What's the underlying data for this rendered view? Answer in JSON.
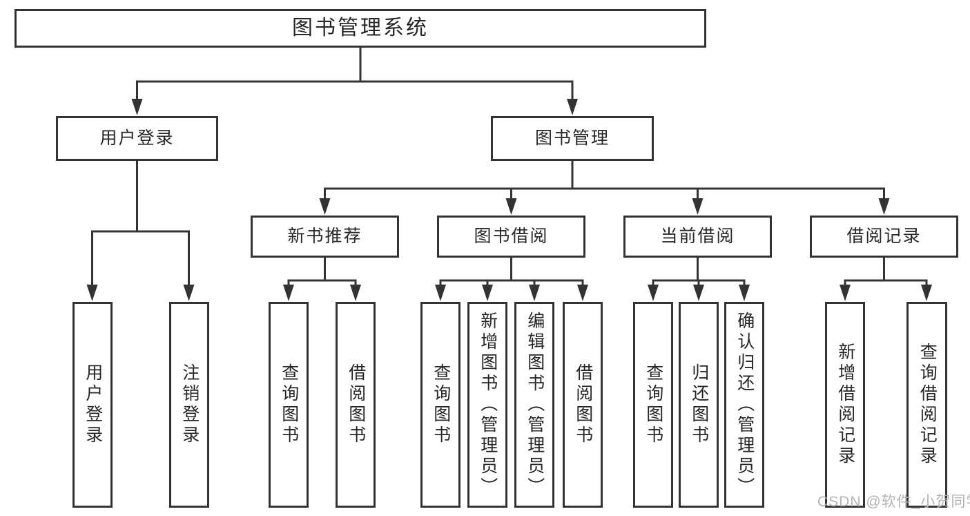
{
  "diagram": {
    "type": "hierarchy-tree",
    "root": {
      "label": "图书管理系统"
    },
    "branches": [
      {
        "label": "用户登录",
        "children": [
          {
            "label": "用户登录"
          },
          {
            "label": "注销登录"
          }
        ]
      },
      {
        "label": "图书管理",
        "children": [
          {
            "label": "新书推荐",
            "children": [
              {
                "label": "查询图书"
              },
              {
                "label": "借阅图书"
              }
            ]
          },
          {
            "label": "图书借阅",
            "children": [
              {
                "label": "查询图书"
              },
              {
                "label": "新增图书（管理员）"
              },
              {
                "label": "编辑图书（管理员）"
              },
              {
                "label": "借阅图书"
              }
            ]
          },
          {
            "label": "当前借阅",
            "children": [
              {
                "label": "查询图书"
              },
              {
                "label": "归还图书"
              },
              {
                "label": "确认归还（管理员）"
              }
            ]
          },
          {
            "label": "借阅记录",
            "children": [
              {
                "label": "新增借阅记录"
              },
              {
                "label": "查询借阅记录"
              }
            ]
          }
        ]
      }
    ],
    "watermark": "CSDN @软件_小贺同学",
    "colors": {
      "line": "#333333",
      "border": "#333333",
      "text": "#262626",
      "background": "#ffffff",
      "watermark": "#b3b3b3"
    }
  }
}
